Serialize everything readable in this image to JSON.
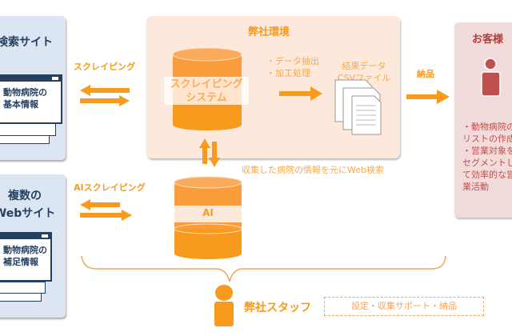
{
  "left_top": {
    "title": "検索サイト",
    "window_lines": [
      "動物病院の",
      "基本情報"
    ]
  },
  "left_bottom": {
    "title_lines": [
      "複数の",
      "Webサイト"
    ],
    "window_lines": [
      "動物病院の",
      "補足情報"
    ]
  },
  "scraping_label": "スクレイピング",
  "ai_scraping_label": "AIスクレイピング",
  "environment": {
    "title": "弊社環境",
    "system_lines": [
      "スクレイピング",
      "システム"
    ],
    "process_lines": [
      "・データ抽出",
      "・加工処理"
    ],
    "result_lines": [
      "結果データ",
      "CSVファイル"
    ]
  },
  "delivery_label": "納品",
  "web_search_label": "収集した病院の情報を元にWeb検索",
  "ai_label": "AI",
  "customer": {
    "title": "お客様",
    "lines": [
      "・動物病院の",
      "リストの作成",
      "・営業対象を",
      "セグメントし",
      "て効率的な営",
      "業活動"
    ]
  },
  "staff": {
    "label": "弊社スタッフ",
    "tasks": "設定・収集サポート・納品"
  },
  "colors": {
    "orange": "#f79a1e",
    "navy": "#243f60",
    "customer": "#c0504d",
    "env_bg": "#fde9db",
    "site_bg": "#dce6f2"
  }
}
